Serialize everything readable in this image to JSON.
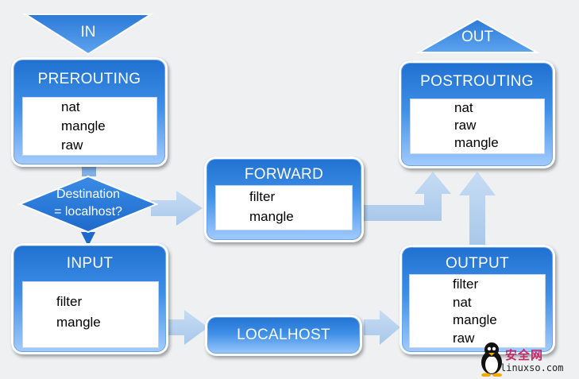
{
  "in_label": "IN",
  "out_label": "OUT",
  "prerouting": {
    "title": "PREROUTING",
    "items": [
      "nat",
      "mangle",
      "raw"
    ]
  },
  "decision": {
    "line1": "Destination",
    "line2": "= localhost?"
  },
  "forward": {
    "title": "FORWARD",
    "items": [
      "filter",
      "mangle"
    ]
  },
  "postrouting": {
    "title": "POSTROUTING",
    "items": [
      "nat",
      "raw",
      "mangle"
    ]
  },
  "input": {
    "title": "INPUT",
    "items": [
      "filter",
      "mangle"
    ]
  },
  "localhost": {
    "title": "LOCALHOST"
  },
  "output": {
    "title": "OUTPUT",
    "items": [
      "filter",
      "nat",
      "mangle",
      "raw"
    ]
  },
  "watermark": {
    "site_cn": "安全网",
    "site": "linuxso.com"
  }
}
